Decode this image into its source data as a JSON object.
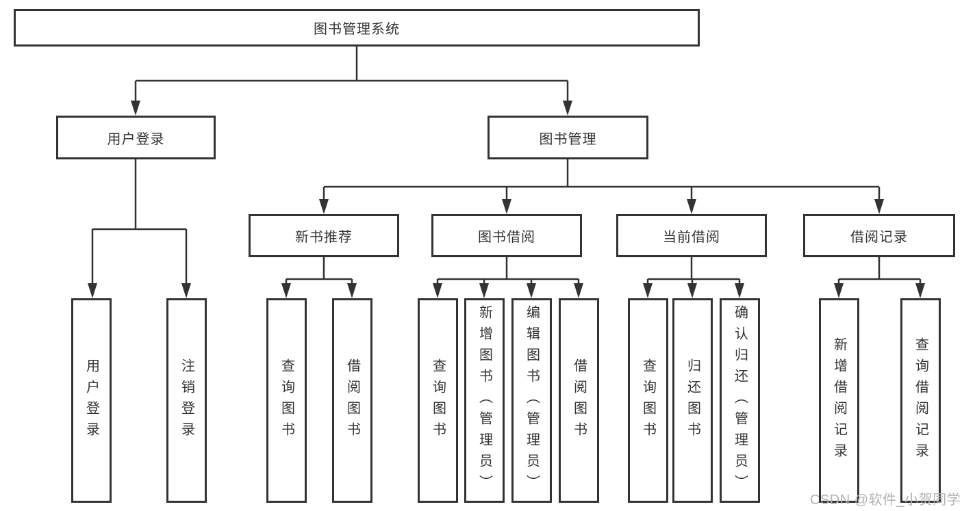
{
  "watermark": "CSDN @软件_小贺同学",
  "colors": {
    "line": "#333333",
    "text": "#333333",
    "watermark": "#b3b3b3",
    "background": "#ffffff"
  },
  "tree": {
    "label": "图书管理系统",
    "children": [
      {
        "label": "用户登录",
        "children": [
          {
            "label": "用户登录"
          },
          {
            "label": "注销登录"
          }
        ]
      },
      {
        "label": "图书管理",
        "children": [
          {
            "label": "新书推荐",
            "children": [
              {
                "label": "查询图书"
              },
              {
                "label": "借阅图书"
              }
            ]
          },
          {
            "label": "图书借阅",
            "children": [
              {
                "label": "查询图书"
              },
              {
                "label": "新增图书（管理员）"
              },
              {
                "label": "编辑图书（管理员）"
              },
              {
                "label": "借阅图书"
              }
            ]
          },
          {
            "label": "当前借阅",
            "children": [
              {
                "label": "查询图书"
              },
              {
                "label": "归还图书"
              },
              {
                "label": "确认归还（管理员）"
              }
            ]
          },
          {
            "label": "借阅记录",
            "children": [
              {
                "label": "新增借阅记录"
              },
              {
                "label": "查询借阅记录"
              }
            ]
          }
        ]
      }
    ]
  }
}
